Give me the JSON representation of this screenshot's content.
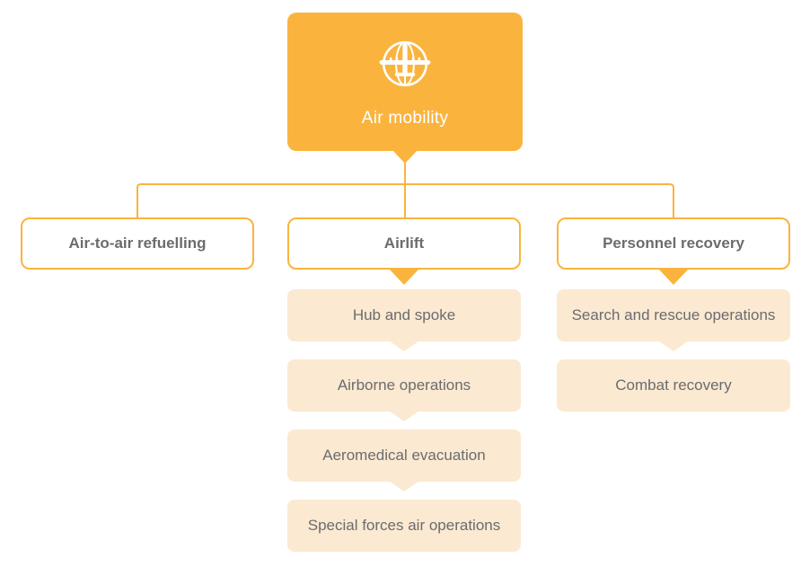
{
  "diagram": {
    "root": {
      "label": "Air mobility",
      "icon": "globe-aircraft-icon"
    },
    "branches": [
      {
        "label": "Air-to-air refuelling",
        "children": []
      },
      {
        "label": "Airlift",
        "children": [
          {
            "label": "Hub and spoke"
          },
          {
            "label": "Airborne operations"
          },
          {
            "label": "Aeromedical evacuation"
          },
          {
            "label": "Special forces air operations"
          }
        ]
      },
      {
        "label": "Personnel recovery",
        "children": [
          {
            "label": "Search and rescue operations"
          },
          {
            "label": "Combat recovery"
          }
        ]
      }
    ]
  },
  "colors": {
    "accent_orange": "#FAB43E",
    "child_peach": "#FBE9D1",
    "text_gray": "#6B6C6F",
    "node_background": "#FFFFFF"
  }
}
